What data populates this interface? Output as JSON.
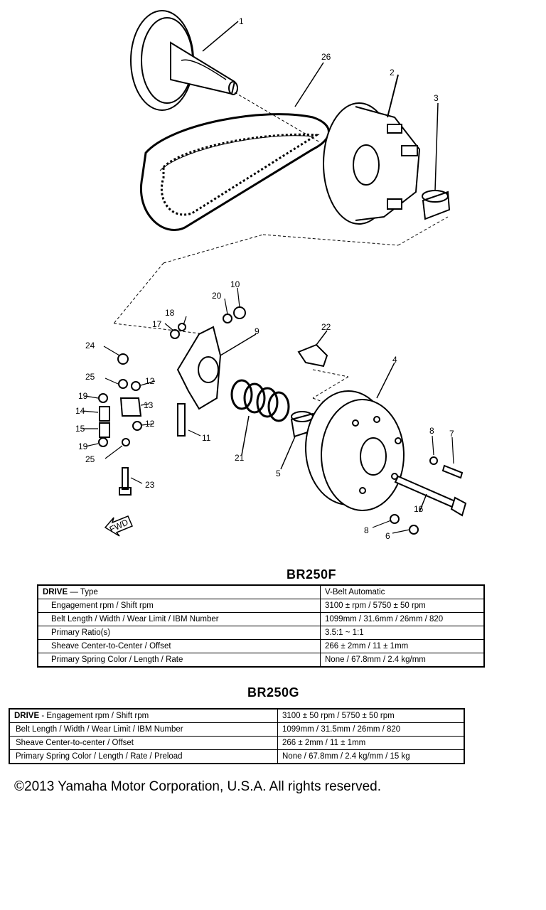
{
  "callouts": [
    "1",
    "26",
    "2",
    "3",
    "10",
    "20",
    "18",
    "9",
    "17",
    "22",
    "24",
    "25",
    "12",
    "19",
    "13",
    "14",
    "15",
    "19",
    "12",
    "25",
    "11",
    "21",
    "5",
    "4",
    "8",
    "7",
    "23",
    "16",
    "8",
    "6"
  ],
  "arrow_label": "FWD",
  "table1": {
    "title": "BR250F",
    "rows": [
      {
        "label_bold": "DRIVE",
        "label": " — Type",
        "value": "V-Belt Automatic"
      },
      {
        "label_bold": "",
        "label": "Engagement rpm / Shift rpm",
        "value": "3100 ± rpm / 5750 ± 50 rpm"
      },
      {
        "label_bold": "",
        "label": "Belt Length / Width / Wear Limit / IBM Number",
        "value": "1099mm / 31.6mm / 26mm / 820"
      },
      {
        "label_bold": "",
        "label": "Primary Ratio(s)",
        "value": "3.5:1 ~ 1:1"
      },
      {
        "label_bold": "",
        "label": "Sheave Center-to-Center / Offset",
        "value": "266 ± 2mm / 11 ± 1mm"
      },
      {
        "label_bold": "",
        "label": "Primary Spring Color / Length / Rate",
        "value": "None / 67.8mm / 2.4 kg/mm"
      }
    ]
  },
  "table2": {
    "title": "BR250G",
    "rows": [
      {
        "label_bold": "DRIVE",
        "label": " - Engagement rpm / Shift rpm",
        "value": "3100 ± 50 rpm / 5750 ± 50 rpm"
      },
      {
        "label_bold": "",
        "label": "Belt Length / Width / Wear Limit / IBM Number",
        "value": "1099mm / 31.5mm / 26mm / 820"
      },
      {
        "label_bold": "",
        "label": "Sheave Center-to-center / Offset",
        "value": "266 ± 2mm / 11 ± 1mm"
      },
      {
        "label_bold": "",
        "label": "Primary Spring Color / Length / Rate / Preload",
        "value": "None / 67.8mm / 2.4 kg/mm / 15 kg"
      }
    ]
  },
  "copyright": "©2013 Yamaha Motor Corporation, U.S.A. All rights reserved."
}
